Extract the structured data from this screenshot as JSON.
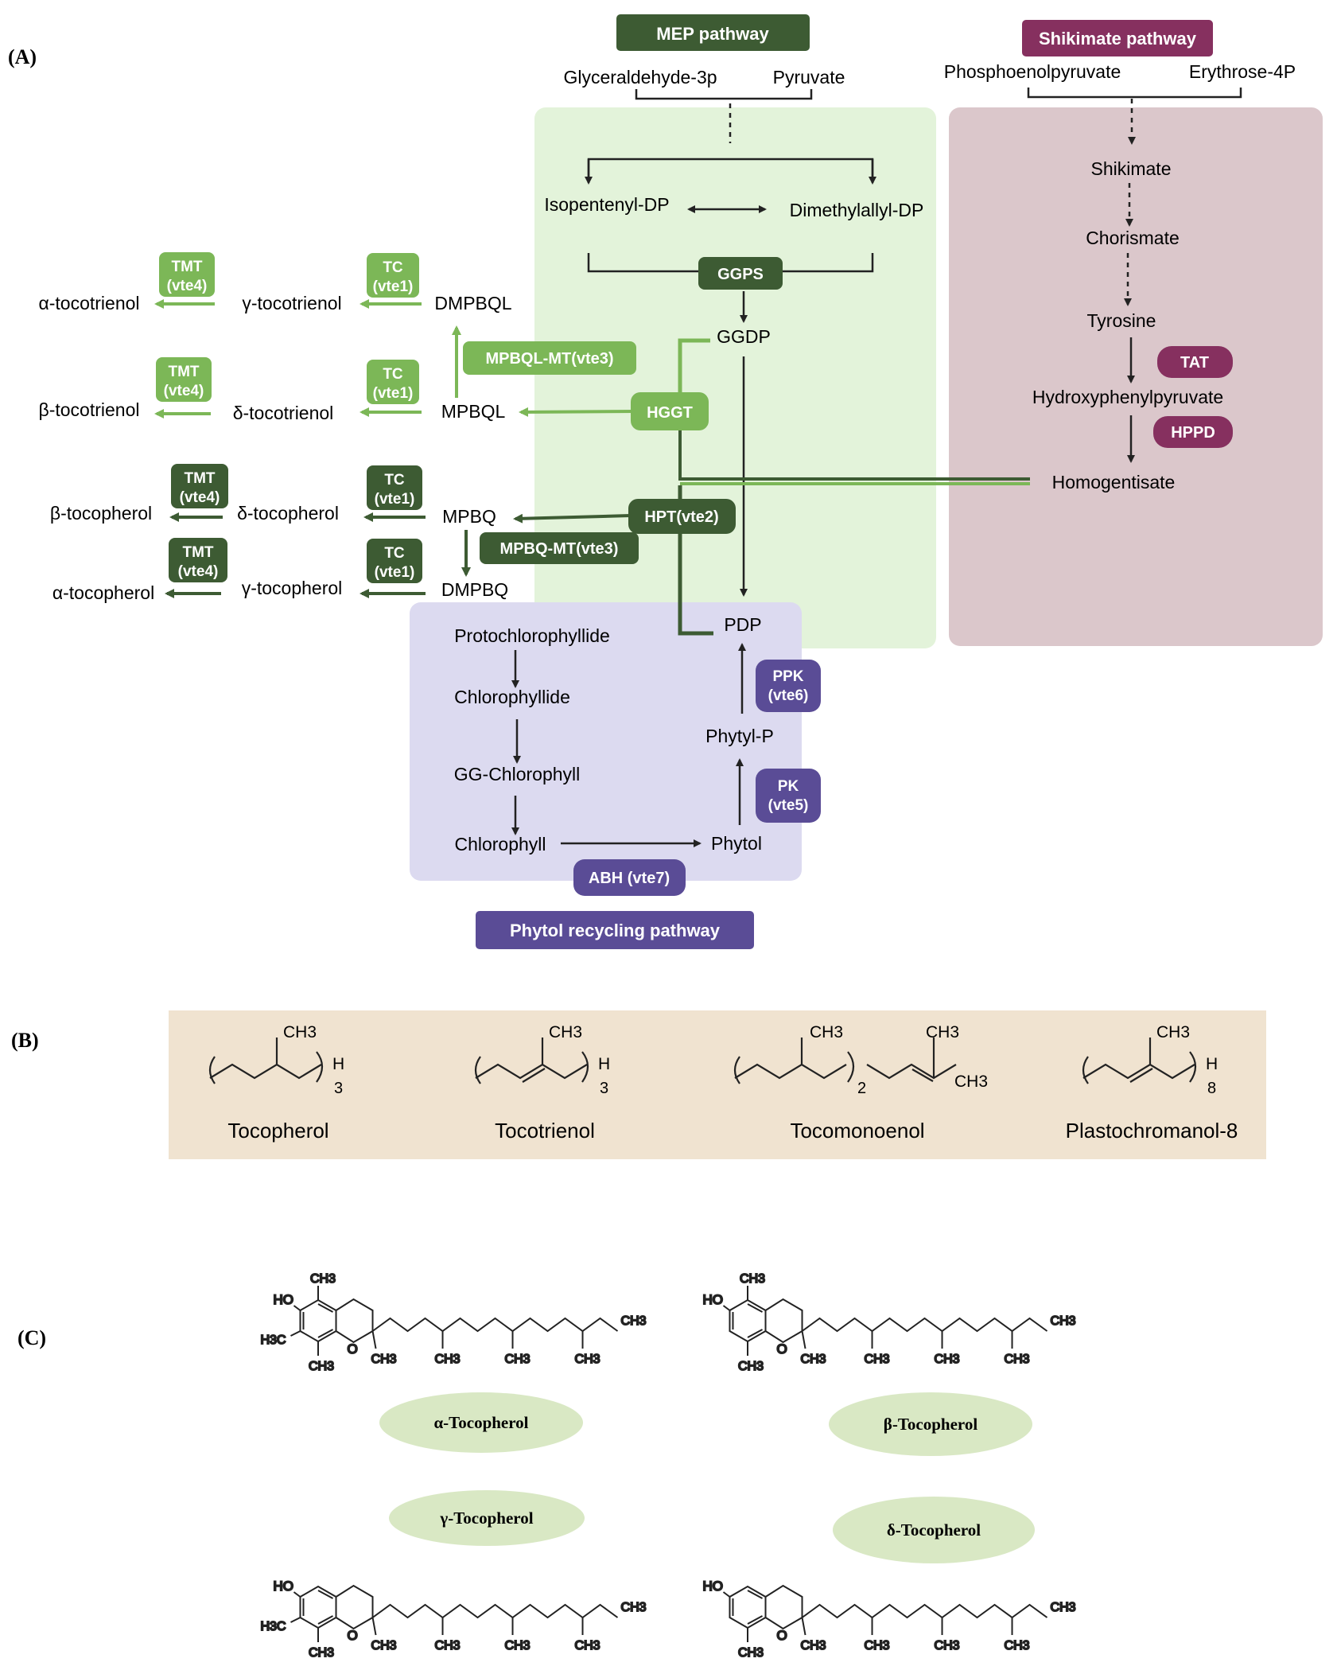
{
  "panel_labels": {
    "a": "(A)",
    "b": "(B)",
    "c": "(C)"
  },
  "colors": {
    "mep_dark": "#3d5b33",
    "mep_bg": "#e3f3da",
    "light_green": "#7cb757",
    "shikimate": "#86305f",
    "shikimate_bg": "#dbc7cb",
    "phytol": "#5a4c96",
    "phytol_bg": "#dcdaf0",
    "beige": "#f0e3d0",
    "oval": "#d9e8c4"
  },
  "pathway_titles": {
    "mep": "MEP pathway",
    "shikimate": "Shikimate pathway",
    "phytol": "Phytol recycling pathway"
  },
  "metabolites": {
    "glyceraldehyde": "Glyceraldehyde-3p",
    "pyruvate": "Pyruvate",
    "phosphoenolpyruvate": "Phosphoenolpyruvate",
    "erythrose": "Erythrose-4P",
    "ipp": "Isopentenyl-DP",
    "dmapp": "Dimethylallyl-DP",
    "shikimate": "Shikimate",
    "chorismate": "Chorismate",
    "tyrosine": "Tyrosine",
    "hpp": "Hydroxyphenylpyruvate",
    "homogentisate": "Homogentisate",
    "ggdp": "GGDP",
    "pdp": "PDP",
    "phytyl_p": "Phytyl-P",
    "phytol": "Phytol",
    "protochlorophyllide": "Protochlorophyllide",
    "chlorophyllide": "Chlorophyllide",
    "gg_chlorophyll": "GG-Chlorophyll",
    "chlorophyll": "Chlorophyll",
    "dmpbql": "DMPBQL",
    "mpbql": "MPBQL",
    "mpbq": "MPBQ",
    "dmpbq": "DMPBQ",
    "a_tocotrienol": "α-tocotrienol",
    "g_tocotrienol": "γ-tocotrienol",
    "b_tocotrienol": "β-tocotrienol",
    "d_tocotrienol": "δ-tocotrienol",
    "b_tocopherol": "β-tocopherol",
    "d_tocopherol": "δ-tocopherol",
    "a_tocopherol": "α-tocopherol",
    "g_tocopherol": "γ-tocopherol"
  },
  "enzymes": {
    "ggps": "GGPS",
    "tat": "TAT",
    "hppd": "HPPD",
    "hggt": "HGGT",
    "hpt": "HPT(vte2)",
    "mpbql_mt": "MPBQL-MT(vte3)",
    "mpbq_mt": "MPBQ-MT(vte3)",
    "ppk": [
      "PPK",
      "(vte6)"
    ],
    "pk": [
      "PK",
      "(vte5)"
    ],
    "abh": "ABH (vte7)",
    "tmt": [
      "TMT",
      "(vte4)"
    ],
    "tc": [
      "TC",
      "(vte1)"
    ]
  },
  "side_chains": {
    "tocopherol": "Tocopherol",
    "tocotrienol": "Tocotrienol",
    "tocomonoenol": "Tocomonoenol",
    "plastochromanol": "Plastochromanol-8",
    "ch3": "CH3",
    "h": "H",
    "sub3": "3",
    "sub2": "2",
    "sub8": "8"
  },
  "structures": {
    "alpha": "α-Tocopherol",
    "beta": "β-Tocopherol",
    "gamma": "γ-Tocopherol",
    "delta": "δ-Tocopherol",
    "ho": "HO",
    "o": "O",
    "ch3": "CH3",
    "h3c": "H3C"
  }
}
